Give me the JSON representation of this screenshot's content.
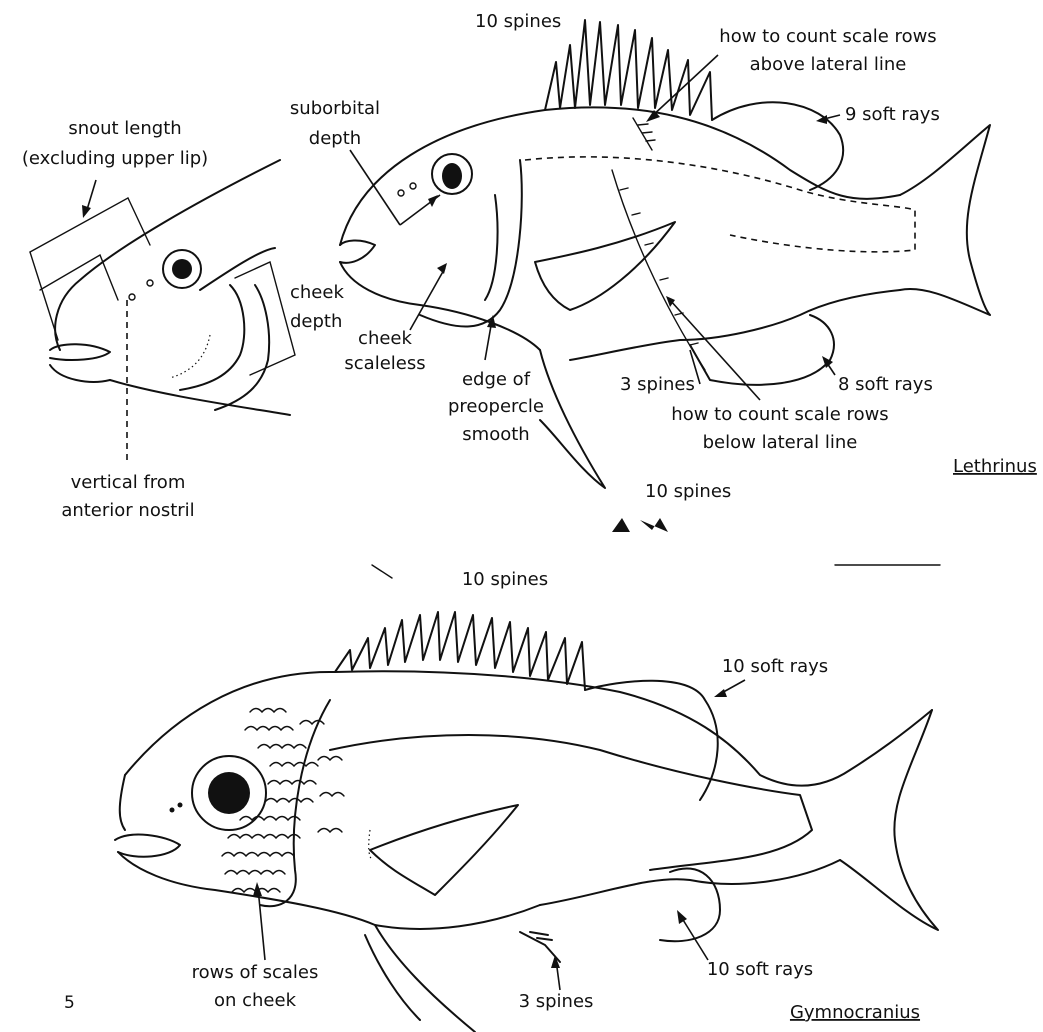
{
  "lethrinus": {
    "genus": "Lethrinus",
    "head_labels": {
      "snout_length_1": "snout length",
      "snout_length_2": "(excluding upper lip)",
      "cheek_depth_1": "cheek",
      "cheek_depth_2": "depth",
      "vertical_1": "vertical from",
      "vertical_2": "anterior nostril"
    },
    "body_labels": {
      "dorsal_spines": "10 spines",
      "scale_rows_above_1": "how to count scale rows",
      "scale_rows_above_2": "above lateral line",
      "dorsal_soft_rays": "9 soft rays",
      "suborbital_1": "suborbital",
      "suborbital_2": "depth",
      "cheek_scaleless_1": "cheek",
      "cheek_scaleless_2": "scaleless",
      "preopercle_1": "edge of",
      "preopercle_2": "preopercle",
      "preopercle_3": "smooth",
      "anal_spines": "3 spines",
      "anal_soft_rays": "8 soft rays",
      "scale_rows_below_1": "how to count scale rows",
      "scale_rows_below_2": "below lateral line",
      "pelvic_spines": "10 spines"
    }
  },
  "gymnocranius": {
    "genus": "Gymnocranius",
    "labels": {
      "dorsal_spines": "10 spines",
      "dorsal_soft_rays": "10 soft rays",
      "cheek_scales_1": "rows of scales",
      "cheek_scales_2": "on cheek",
      "anal_spines": "3 spines",
      "anal_soft_rays": "10 soft rays"
    },
    "page_mark": "5"
  }
}
